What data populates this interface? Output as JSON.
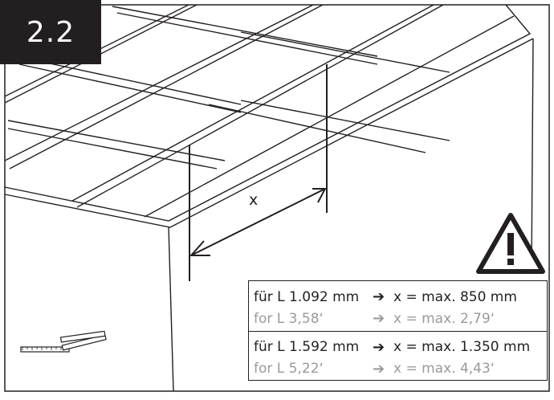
{
  "step_label": "2.2",
  "dimension_label": "x",
  "warning_icon": "warning-triangle-icon",
  "ruler_icon": "folding-ruler-icon",
  "spec_table": {
    "arrow_glyph": "➔",
    "groups": [
      {
        "metric": {
          "length": "für L 1.092 mm",
          "result": "x = max. 850 mm"
        },
        "imperial": {
          "length": "for L 3,58‘",
          "result": "x = max. 2,79‘"
        }
      },
      {
        "metric": {
          "length": "für L 1.592 mm",
          "result": "x = max. 1.350 mm"
        },
        "imperial": {
          "length": "for L 5,22‘",
          "result": "x = max. 4,43‘"
        }
      }
    ]
  },
  "colors": {
    "ink": "#231f20",
    "muted": "#9a9a9a",
    "background": "#ffffff"
  }
}
